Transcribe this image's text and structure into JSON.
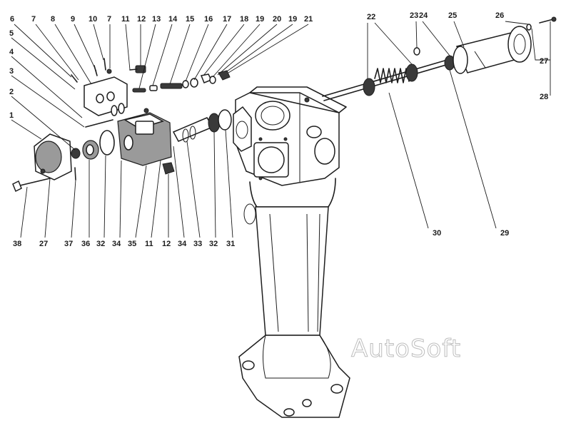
{
  "watermark": "AutoSoft",
  "callouts_top": [
    "6",
    "7",
    "8",
    "9",
    "10",
    "7",
    "11",
    "12",
    "13",
    "14",
    "15",
    "16",
    "17",
    "18",
    "19",
    "20",
    "19",
    "21",
    "22",
    "23",
    "24",
    "25",
    "26"
  ],
  "callouts_left": [
    "5",
    "4",
    "3",
    "2",
    "1"
  ],
  "callouts_right": [
    "27",
    "28"
  ],
  "callouts_bottom": [
    "38",
    "27",
    "37",
    "36",
    "32",
    "34",
    "35",
    "11",
    "12",
    "34",
    "33",
    "32",
    "31",
    "30",
    "29"
  ]
}
